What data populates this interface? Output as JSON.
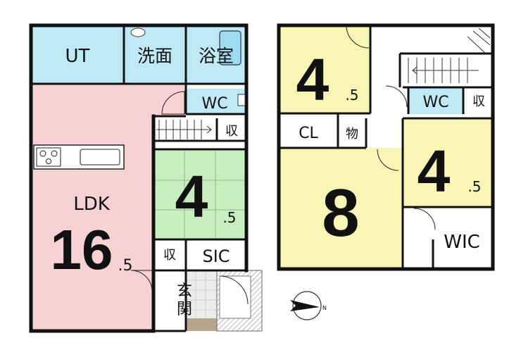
{
  "floor1": {
    "rooms": {
      "ut": {
        "label": "UT",
        "fill": "#bfe9f5"
      },
      "washroom": {
        "label": "洗面",
        "fill": "#bfe9f5"
      },
      "bath": {
        "label": "浴室",
        "fill": "#bfe9f5"
      },
      "wc": {
        "label": "WC",
        "fill": "#bfe9f5"
      },
      "storage_stairs": {
        "label": "収"
      },
      "ldk": {
        "label": "LDK",
        "size_main": "16",
        "size_fraction": ".5",
        "fill": "#f7d2d4"
      },
      "tatami": {
        "size_main": "4",
        "size_fraction": ".5",
        "fill": "#c8eec0"
      },
      "storage_small": {
        "label": "収"
      },
      "sic": {
        "label": "SIC"
      },
      "entrance": {
        "label_top": "玄",
        "label_bottom": "関"
      }
    }
  },
  "floor2": {
    "rooms": {
      "bed_top": {
        "size_main": "4",
        "size_fraction": ".5",
        "fill": "#f8f5b5"
      },
      "wc": {
        "label": "WC",
        "fill": "#bfe9f5"
      },
      "storage_wc": {
        "label": "収"
      },
      "closet": {
        "label": "CL"
      },
      "storage_mono": {
        "label": "物"
      },
      "bed_right": {
        "size_main": "4",
        "size_fraction": ".5",
        "fill": "#f8f5b5"
      },
      "bed_main": {
        "size_main": "8",
        "fill": "#f8f5b5"
      },
      "wic": {
        "label": "WIC"
      }
    }
  },
  "compass": {
    "letter": "N"
  }
}
